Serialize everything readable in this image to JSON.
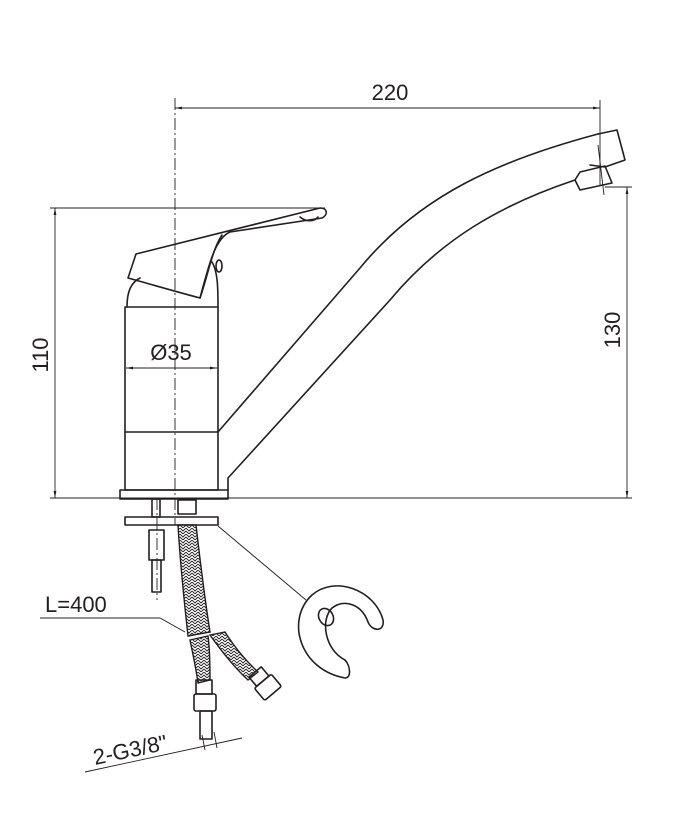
{
  "dimensions": {
    "width": "220",
    "height_handle": "110",
    "height_spout": "130",
    "diameter": "Ø35",
    "hose_length": "L=400",
    "connection": "2-G3/8\""
  },
  "colors": {
    "line": "#231f20",
    "background": "#ffffff"
  }
}
